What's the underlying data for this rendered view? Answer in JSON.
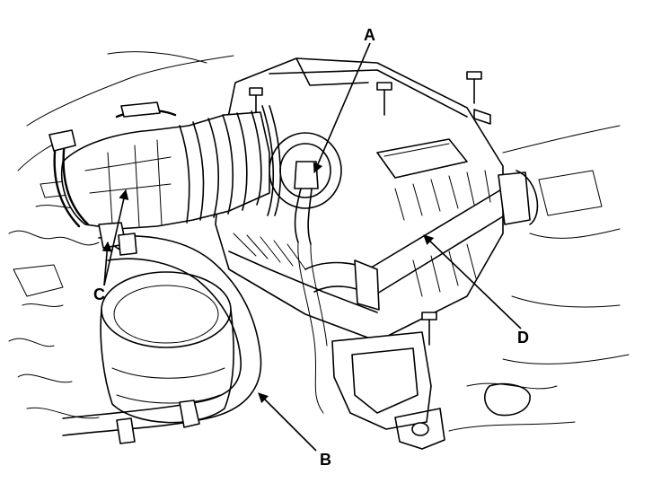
{
  "callouts": {
    "a": "A",
    "b": "B",
    "c": "C",
    "d": "D"
  }
}
